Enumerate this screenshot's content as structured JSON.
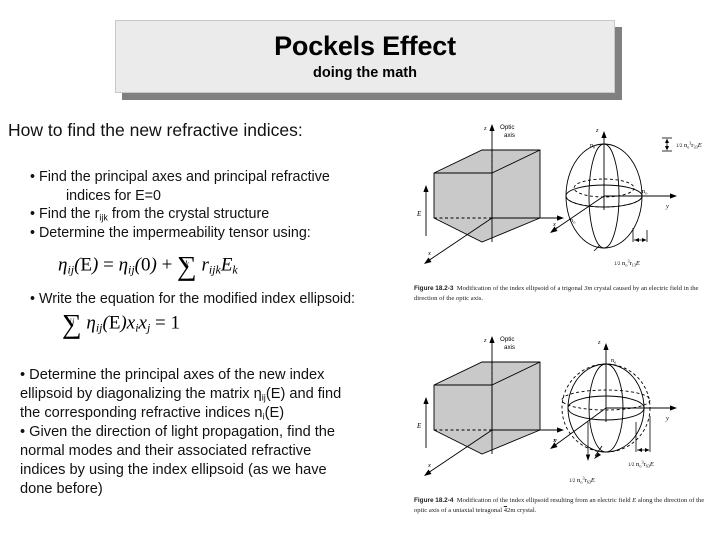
{
  "title": {
    "main": "Pockels Effect",
    "subtitle": "doing the math",
    "box_bg": "#ebebeb",
    "shadow_color": "#808080"
  },
  "body": {
    "lead": "How to find the new refractive indices:",
    "bullets_top": [
      {
        "text": "Find the principal axes and principal refractive",
        "continuation": "indices for E=0"
      },
      {
        "text_html": "Find the rᵢⱼₖ from the crystal structure"
      },
      {
        "text": "Determine the impermeability tensor using:"
      }
    ],
    "equation_1": {
      "lhs": "ηij(E)",
      "rhs": "ηij(0) + ∑k rijk Ek",
      "plain": "η_ij(E) = η_ij(0) + ∑_k r_ijk E_k"
    },
    "bullet_write": "Write the equation for the modified index ellipsoid:",
    "equation_2": {
      "plain": "∑_ij η_ij(E) x_i x_j = 1"
    },
    "bullets_bottom": [
      {
        "lines": [
          "Determine the principal axes of the new index",
          "ellipsoid by diagonalizing the matrix ηij(E) and find",
          "the corresponding refractive indices ni(E)"
        ]
      },
      {
        "lines": [
          "Given the direction of light propagation, find the",
          "normal modes and their associated refractive",
          "indices by using the index ellipsoid (as we have",
          "done before)"
        ]
      }
    ]
  },
  "figures": [
    {
      "id": "figure-18-2-3",
      "number": "Figure 18.2-3",
      "caption_line1_a": "Modification of the index ellipsoid of a trigonal ",
      "caption_italic": "3m",
      "caption_line1_b": " crystal caused by an",
      "caption_line2": "electric field in the direction of the optic axis.",
      "crystal": {
        "axis_z": "z",
        "axis_y": "y",
        "axis_x": "x",
        "optic_axis_label_line1": "Optic",
        "optic_axis_label_line2": "axis",
        "field_label": "E",
        "fill": "#c9c9c9"
      },
      "ellipsoid": {
        "axis_z": "z",
        "axis_y": "y",
        "axis_x": "x",
        "label_top": "n",
        "label_top_sub": "e",
        "label_right": "n",
        "label_right_sub": "o",
        "label_left": "n",
        "label_left_sub": "o",
        "annotation_right": "½ nₑ³ r₃₃ E",
        "annotation_bottom": "½ nₒ³ r₁₃ E",
        "ann_right_parts": {
          "n_sub": "e",
          "n_sup": "3",
          "r_sub": "33"
        },
        "ann_bottom_parts": {
          "n_sub": "o",
          "n_sup": "3",
          "r_sub": "13"
        }
      }
    },
    {
      "id": "figure-18-2-4",
      "number": "Figure 18.2-4",
      "caption_line1_a": "Modification of the index ellipsoid resulting from an electric field ",
      "caption_italic": "E",
      "caption_line1_b": " along",
      "caption_line2_a": "the direction of the optic axis of a uniaxial tetragonal ",
      "caption_line2_overline": "4",
      "caption_line2_b": "2m crystal.",
      "crystal": {
        "axis_z": "z",
        "axis_y": "y",
        "axis_x": "x",
        "optic_axis_label_line1": "Optic",
        "optic_axis_label_line2": "axis",
        "field_label": "E",
        "fill": "#c9c9c9"
      },
      "ellipsoid": {
        "axis_z": "z",
        "axis_y": "y",
        "axis_x": "x",
        "label_top": "n",
        "label_top_sub": "e",
        "annotation_right": "½ nₒ³ r₆₃ E",
        "annotation_bottom": "½ nₒ³ r₆₃ E",
        "ann_parts": {
          "n_sub": "o",
          "n_sup": "3",
          "r_sub": "63"
        }
      }
    }
  ]
}
